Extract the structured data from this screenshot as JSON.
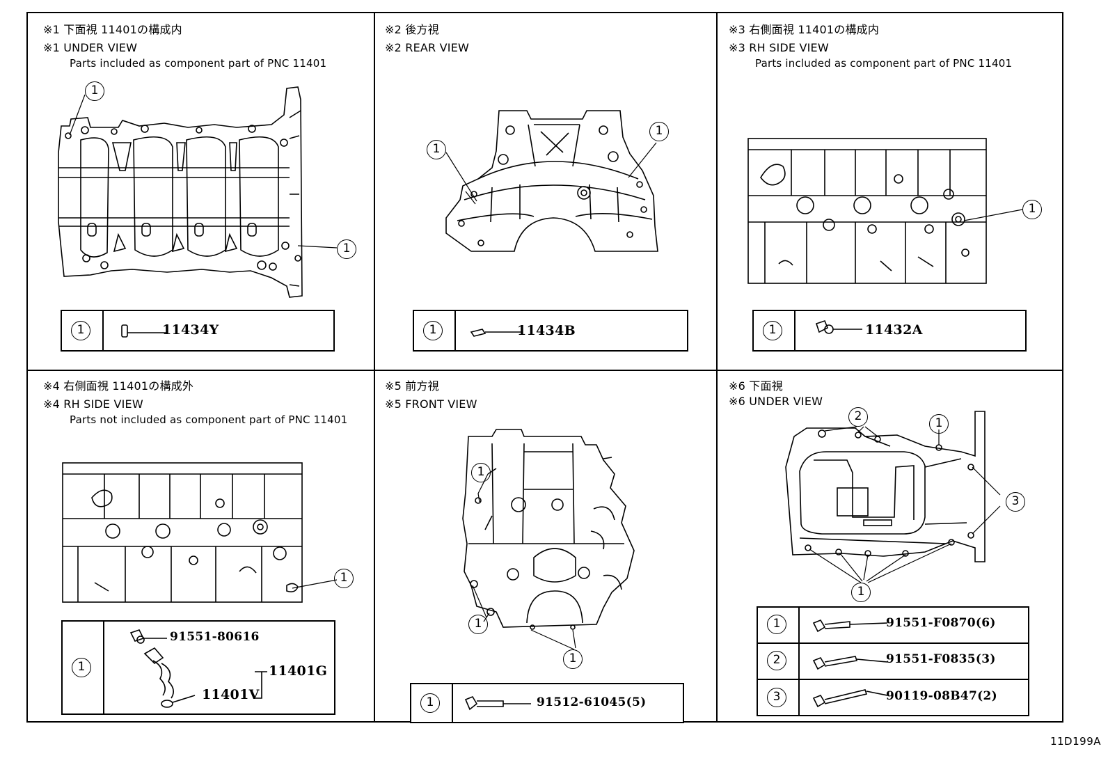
{
  "panels": [
    {
      "title_jp": "※1 下面視 11401の構成内",
      "title_en": "※1 UNDER VIEW",
      "note": "Parts included as component part of PNC 11401",
      "callouts": [
        "1",
        "1"
      ],
      "table": [
        {
          "index": "1",
          "parts": [
            "11434Y"
          ]
        }
      ]
    },
    {
      "title_jp": "※2 後方視",
      "title_en": "※2 REAR VIEW",
      "callouts": [
        "1",
        "1"
      ],
      "table": [
        {
          "index": "1",
          "parts": [
            "11434B"
          ]
        }
      ]
    },
    {
      "title_jp": "※3 右側面視 11401の構成内",
      "title_en": "※3 RH SIDE VIEW",
      "note": "Parts included as component part of PNC 11401",
      "callouts": [
        "1"
      ],
      "table": [
        {
          "index": "1",
          "parts": [
            "11432A"
          ]
        }
      ]
    },
    {
      "title_jp": "※4 右側面視 11401の構成外",
      "title_en": "※4 RH SIDE VIEW",
      "note": "Parts not included as component part of PNC 11401",
      "callouts": [
        "1"
      ],
      "table": [
        {
          "index": "1",
          "parts": [
            "91551-80616",
            "11401V",
            "11401G"
          ]
        }
      ]
    },
    {
      "title_jp": "※5 前方視",
      "title_en": "※5 FRONT VIEW",
      "callouts": [
        "1",
        "1",
        "1"
      ],
      "table": [
        {
          "index": "1",
          "parts": [
            "91512-61045(5)"
          ]
        }
      ]
    },
    {
      "title_jp": "※6 下面視",
      "title_en": "※6 UNDER VIEW",
      "callouts": [
        "2",
        "1",
        "3",
        "1"
      ],
      "table": [
        {
          "index": "1",
          "parts": [
            "91551-F0870(6)"
          ]
        },
        {
          "index": "2",
          "parts": [
            "91551-F0835(3)"
          ]
        },
        {
          "index": "3",
          "parts": [
            "90119-08B47(2)"
          ]
        }
      ]
    }
  ],
  "doc_id": "11D199A"
}
